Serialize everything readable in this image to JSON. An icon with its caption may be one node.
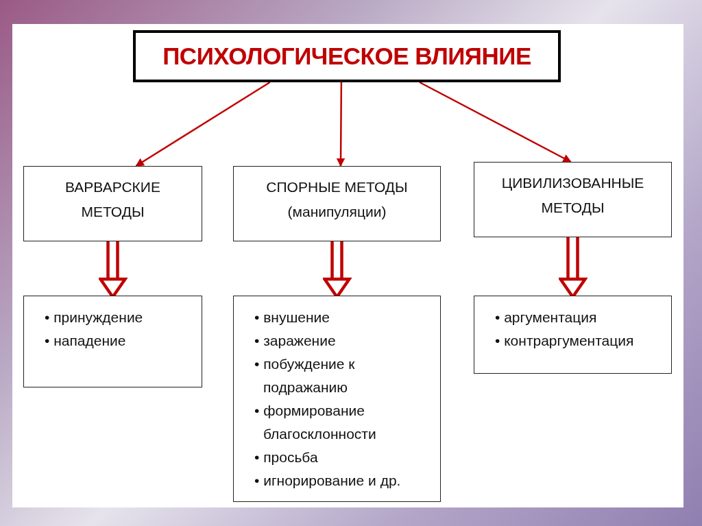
{
  "diagram": {
    "nodes": [
      {
        "text": [
          "ПСИХОЛОГИЧЕСКОЕ ВЛИЯНИЕ"
        ]
      },
      {
        "text": [
          "ВАРВАРСКИЕ МЕТОДЫ"
        ]
      },
      {
        "text": [
          "СПОРНЫЕ МЕТОДЫ (манипуляции)"
        ]
      },
      {
        "text": [
          "ЦИВИЛИЗОВАННЫЕ МЕТОДЫ"
        ]
      },
      {
        "text": [
          "• принуждение",
          "• нападение"
        ]
      },
      {
        "text": [
          "• внушение",
          "• заражение",
          "• побуждение к подражанию",
          "• формирование благосклонности",
          "• просьба",
          "• игнорирование и др."
        ]
      },
      {
        "text": [
          "• аргументация",
          "• контраргументация"
        ]
      }
    ],
    "edges": [
      {
        "from": 0,
        "to": 1,
        "arrow": "to"
      },
      {
        "from": 0,
        "to": 2,
        "arrow": "to"
      },
      {
        "from": 0,
        "to": 3,
        "arrow": "to"
      },
      {
        "from": 1,
        "to": 4,
        "arrow": "to",
        "style": "thick"
      },
      {
        "from": 2,
        "to": 5,
        "arrow": "to",
        "style": "thick"
      },
      {
        "from": 3,
        "to": 6,
        "arrow": "to",
        "style": "thick"
      }
    ]
  }
}
